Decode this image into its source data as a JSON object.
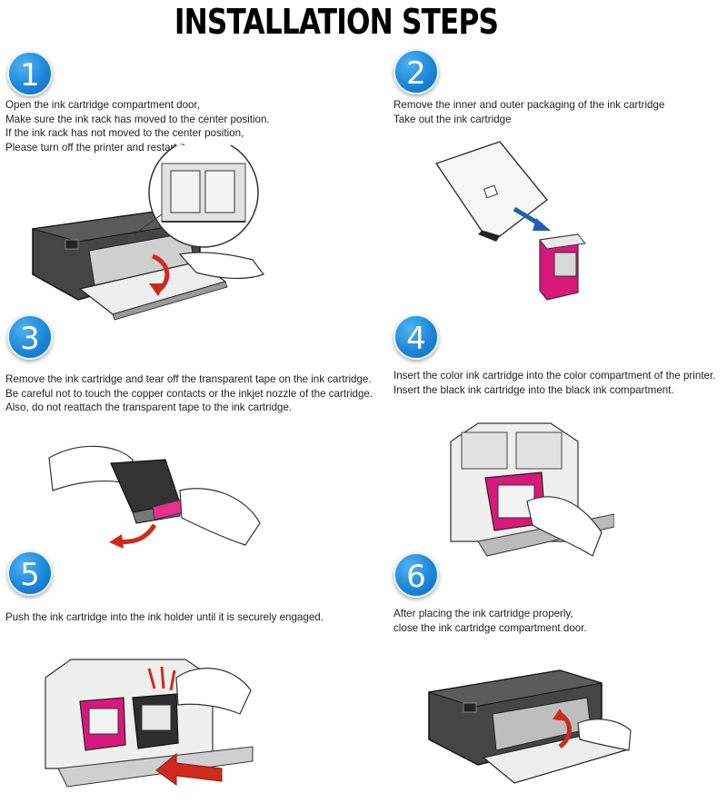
{
  "title": "INSTALLATION STEPS",
  "steps": [
    {
      "number": "1",
      "lines": [
        "Open the ink cartridge compartment door,",
        "Make sure the ink rack has moved to the center position.",
        "If the ink rack has not moved to the center position,",
        "Please turn off the printer and restart it."
      ],
      "illustration": "printer-open-with-carriage-zoom"
    },
    {
      "number": "2",
      "lines": [
        "Remove the inner and outer packaging of the ink cartridge",
        "Take out the ink cartridge"
      ],
      "illustration": "cartridge-out-of-package"
    },
    {
      "number": "3",
      "lines": [
        "Remove the ink cartridge and tear off the transparent tape on the ink cartridge.",
        "Be careful not to touch the copper contacts or the inkjet nozzle of the cartridge.",
        "Also, do not reattach the transparent tape to the ink cartridge."
      ],
      "illustration": "peel-tape-from-cartridge"
    },
    {
      "number": "4",
      "lines": [
        "Insert the color ink cartridge into the color compartment of the printer.",
        "Insert the black ink cartridge into the black ink compartment."
      ],
      "illustration": "insert-color-cartridge"
    },
    {
      "number": "5",
      "lines": [
        "Push the ink cartridge into the ink holder until it is securely engaged."
      ],
      "illustration": "push-cartridges-into-holder"
    },
    {
      "number": "6",
      "lines": [
        "After placing the ink cartridge properly,",
        "close the ink cartridge compartment door."
      ],
      "illustration": "close-printer-door"
    }
  ],
  "colors": {
    "badge": "#1d87d9",
    "magenta": "#d8187a",
    "arrow_red": "#d02a1e",
    "arrow_blue": "#1f5fb5",
    "printer_gray": "#3a3a3a"
  }
}
